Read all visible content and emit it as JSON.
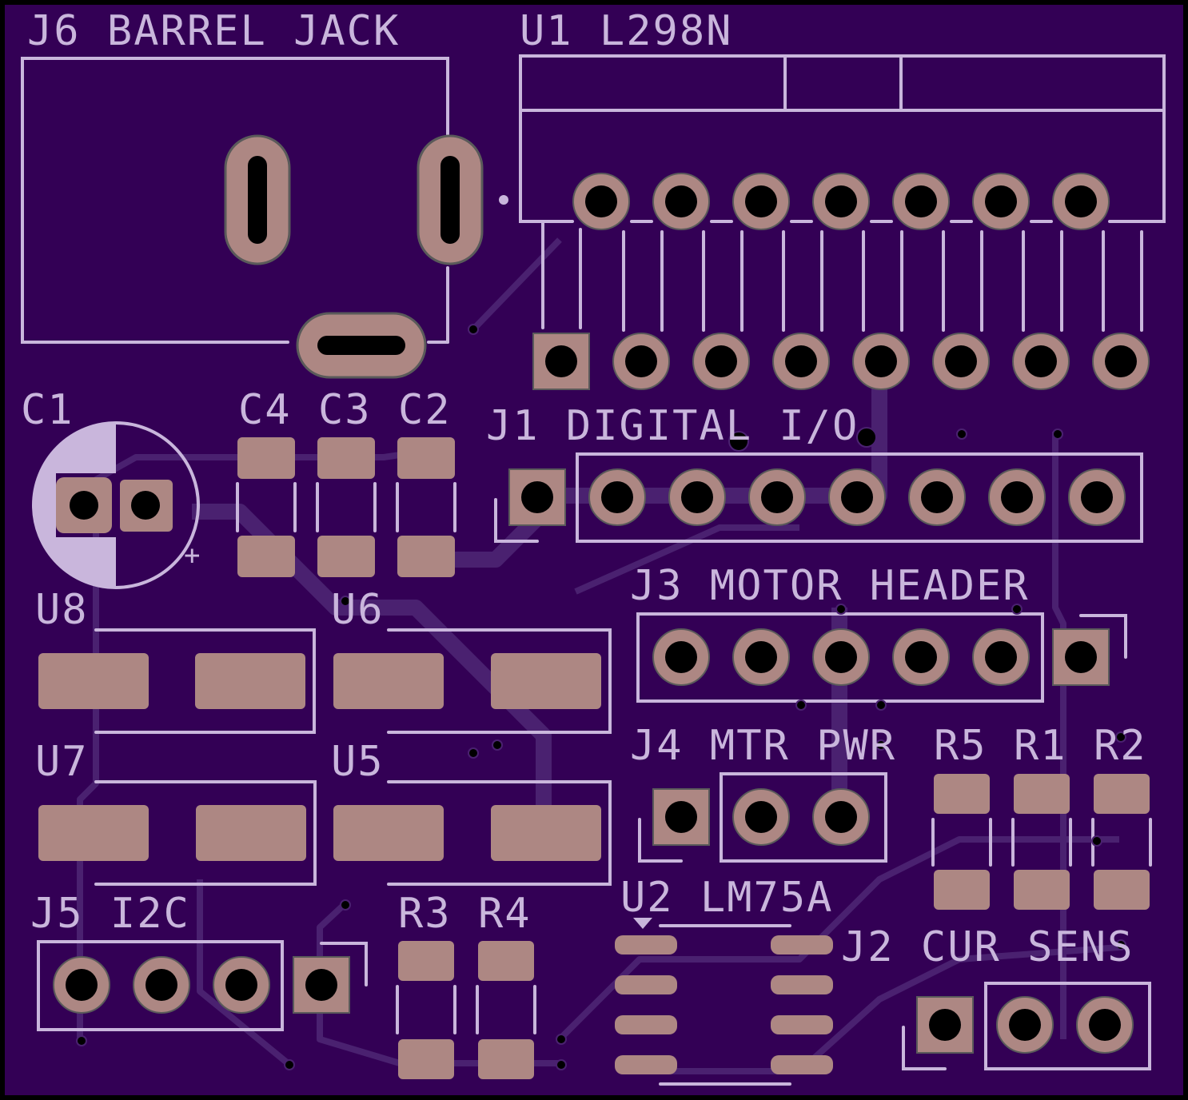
{
  "colors": {
    "board": "#330055",
    "pad": "#ad8783",
    "silk": "#c9b6dc",
    "trace": "#4a2170",
    "hole": "#000000"
  },
  "labels": {
    "j6": "J6 BARREL JACK",
    "u1": "U1 L298N",
    "c1": "C1",
    "c4": "C4",
    "c3": "C3",
    "c2": "C2",
    "j1": "J1 DIGITAL I/O",
    "u8": "U8",
    "u6": "U6",
    "j3": "J3 MOTOR HEADER",
    "u7": "U7",
    "u5": "U5",
    "j4": "J4 MTR PWR",
    "r5": "R5",
    "r1": "R1",
    "r2": "R2",
    "j5": "J5 I2C",
    "r3": "R3",
    "r4": "R4",
    "u2": "U2 LM75A",
    "j2": "J2 CUR SENS",
    "c1_polarity": "+"
  }
}
